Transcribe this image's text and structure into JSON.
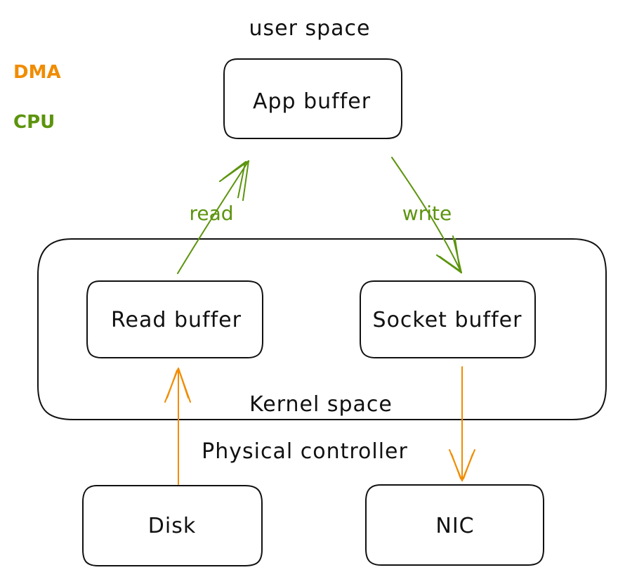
{
  "legend": {
    "dma": "DMA",
    "cpu": "CPU"
  },
  "labels": {
    "user_space": "user space",
    "kernel_space": "Kernel space",
    "physical_controller": "Physical controller"
  },
  "nodes": {
    "app_buffer": "App buffer",
    "read_buffer": "Read buffer",
    "socket_buffer": "Socket buffer",
    "disk": "Disk",
    "nic": "NIC"
  },
  "edges": {
    "read": "read",
    "write": "write"
  },
  "colors": {
    "dma": "#f08c00",
    "cpu": "#5c940d",
    "stroke": "#111111"
  }
}
